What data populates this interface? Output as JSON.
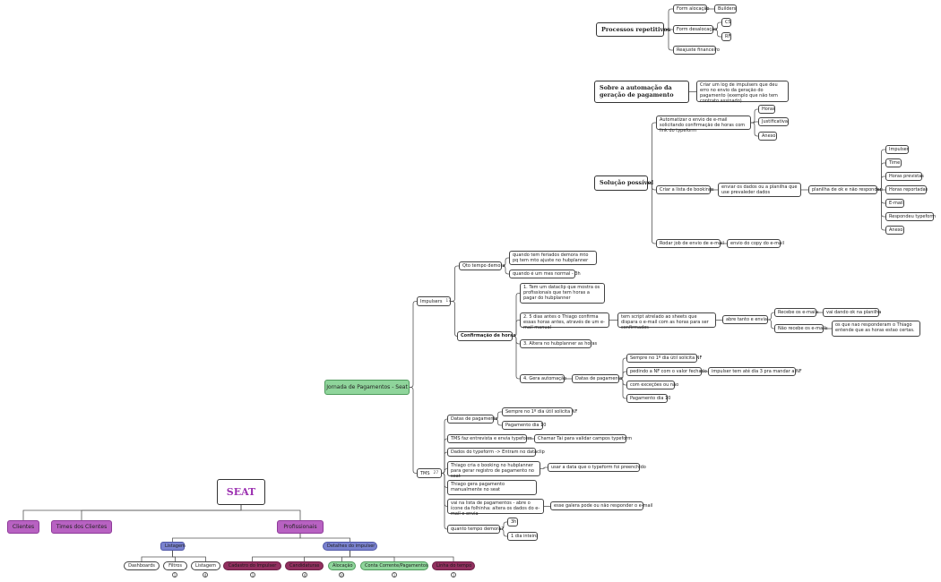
{
  "colors": {
    "green": "#8fd59b",
    "purple": "#b862c2",
    "blue": "#7a82cf",
    "maroon": "#92305f",
    "seat": "#9b2fb0"
  },
  "processos": {
    "title": "Processos repetitivos",
    "items": [
      "Form alocação",
      "Builders",
      "Form desalocação",
      "CS",
      "RF",
      "Reajuste financeiro"
    ]
  },
  "sobre": {
    "title": "Sobre a automação da geração de pagamento",
    "desc": "Criar um log de impulsers que deu erro no envio da geração do pagamento (exemplo que não tem contrato assinado)"
  },
  "solucao": {
    "title": "Solução possível",
    "auto_email": "Automatizar o envio de e-mail solicitando confirmação de horas com link do typeform",
    "horas": "Horas",
    "justificativa": "Justificativa",
    "anexo": "Anexo",
    "criar_lista": "Criar a lista de bookings",
    "enviar": "enviar os dados ou a planilha que use prevaleder dados",
    "planilha": "planilha de ok e não respondeu",
    "campos": [
      "Impulser",
      "Time",
      "Horas previstas",
      "Horas reportadas",
      "E-mail",
      "Respondeu typeform",
      "Anexo"
    ],
    "rodar": "Rodar job de envio de e-mail",
    "copy": "envio do copy do e-mail"
  },
  "root": "Jornada de Pagamentos - Seat",
  "impulsers": {
    "label": "Impulsers",
    "count": "17",
    "qto_tempo": "Qto tempo demora",
    "qt_a": "quando tem feriados demora mto pq tem mto ajuste no hubplanner",
    "qt_b": "quando é um mes normal - 3h",
    "confirmacao": "Confirmação de horas",
    "c1": "1. Tem um dataclip que mostra os profissionais que tem horas a pagar do hubplanner",
    "c2": "2. 5 dias antes o Thiago confirma essas horas antes, através de um e-mail manual",
    "c2a": "tem script atrelado ao sheets que dispara o e-mail com as horas para ser confirmados",
    "abre": "abre tanto e envia",
    "recebe": "Recebe os e-mails",
    "recebe_a": "vai dando ok na planilha",
    "nao_recebe": "Não recebe os e-mails",
    "nao_recebe_a": "os que nao responderam o Thiago entende que as horas estao certas.",
    "c3": "3. Altera no hubplanner as horas",
    "c4": "4. Gera automação",
    "datas": "Datas de pagamento",
    "d1": "Sempre no 1º dia útil solicita NF",
    "d2": "pedindo a NF com o valor fechado",
    "d2a": "impulser tem até dia 3 pra mandar a NF",
    "d3": "com exceções ou não",
    "d4": "Pagamento dia 10"
  },
  "tms": {
    "label": "TMS",
    "count": "27",
    "datas": "Datas de pagamento",
    "dp1": "Sempre no 1º dia útil solicita NF",
    "dp2": "Pagamento dia 10",
    "t1": "TMS faz entrevista e envia typeform",
    "t1a": "Chamar Tai para validar campos typeform",
    "t2": "Dados do typeform -> Entram no dataclip",
    "t3": "Thiago cria o booking no hubplanner para gerar registro de pagamento no seat",
    "t3a": "usar a data que o typeform foi preenchido",
    "t4": "Thiago gera pagamento manualmente no seat",
    "t5": "vai na lista de pagamentos - abre o ícone da folhinha: altera os dados do e-mail e envia",
    "t5a": "esse galera pode ou não responder o e-mail",
    "t6": "quanto tempo demora?",
    "t6a": "3h",
    "t6b": "1 dia inteiro"
  },
  "seat": {
    "title": "SEAT",
    "clientes": "Clientes",
    "times": "Times dos Clientes",
    "profissionais": "Profissionais",
    "listagem": "Listagem",
    "detalhes": "Detalhes do impulser",
    "l_items": [
      "Dashboards",
      "Filtros",
      "Listagem"
    ],
    "l_badges": [
      "1",
      "4"
    ],
    "d_items": [
      "Cadastro do Impulser",
      "Candidaturas",
      "Alocação",
      "Conta Corrente/Pagamentos",
      "Linha do tempo"
    ],
    "d_badges": [
      "1",
      "4",
      "10",
      "1",
      "1"
    ]
  }
}
